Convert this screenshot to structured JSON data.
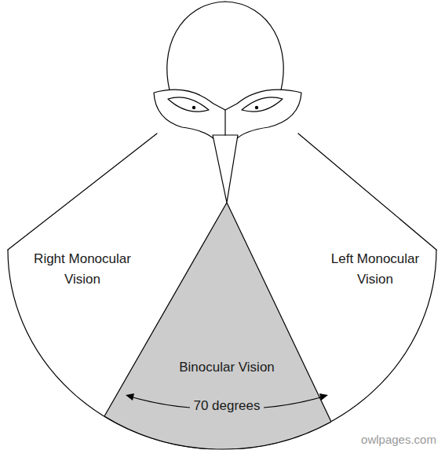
{
  "diagram": {
    "nodes": [
      {
        "text": [
          "Binocular Vision",
          "70 degrees"
        ]
      }
    ],
    "labels": [
      "Right Monocular Vision",
      "Left Monocular Vision",
      "owlpages.com"
    ]
  }
}
